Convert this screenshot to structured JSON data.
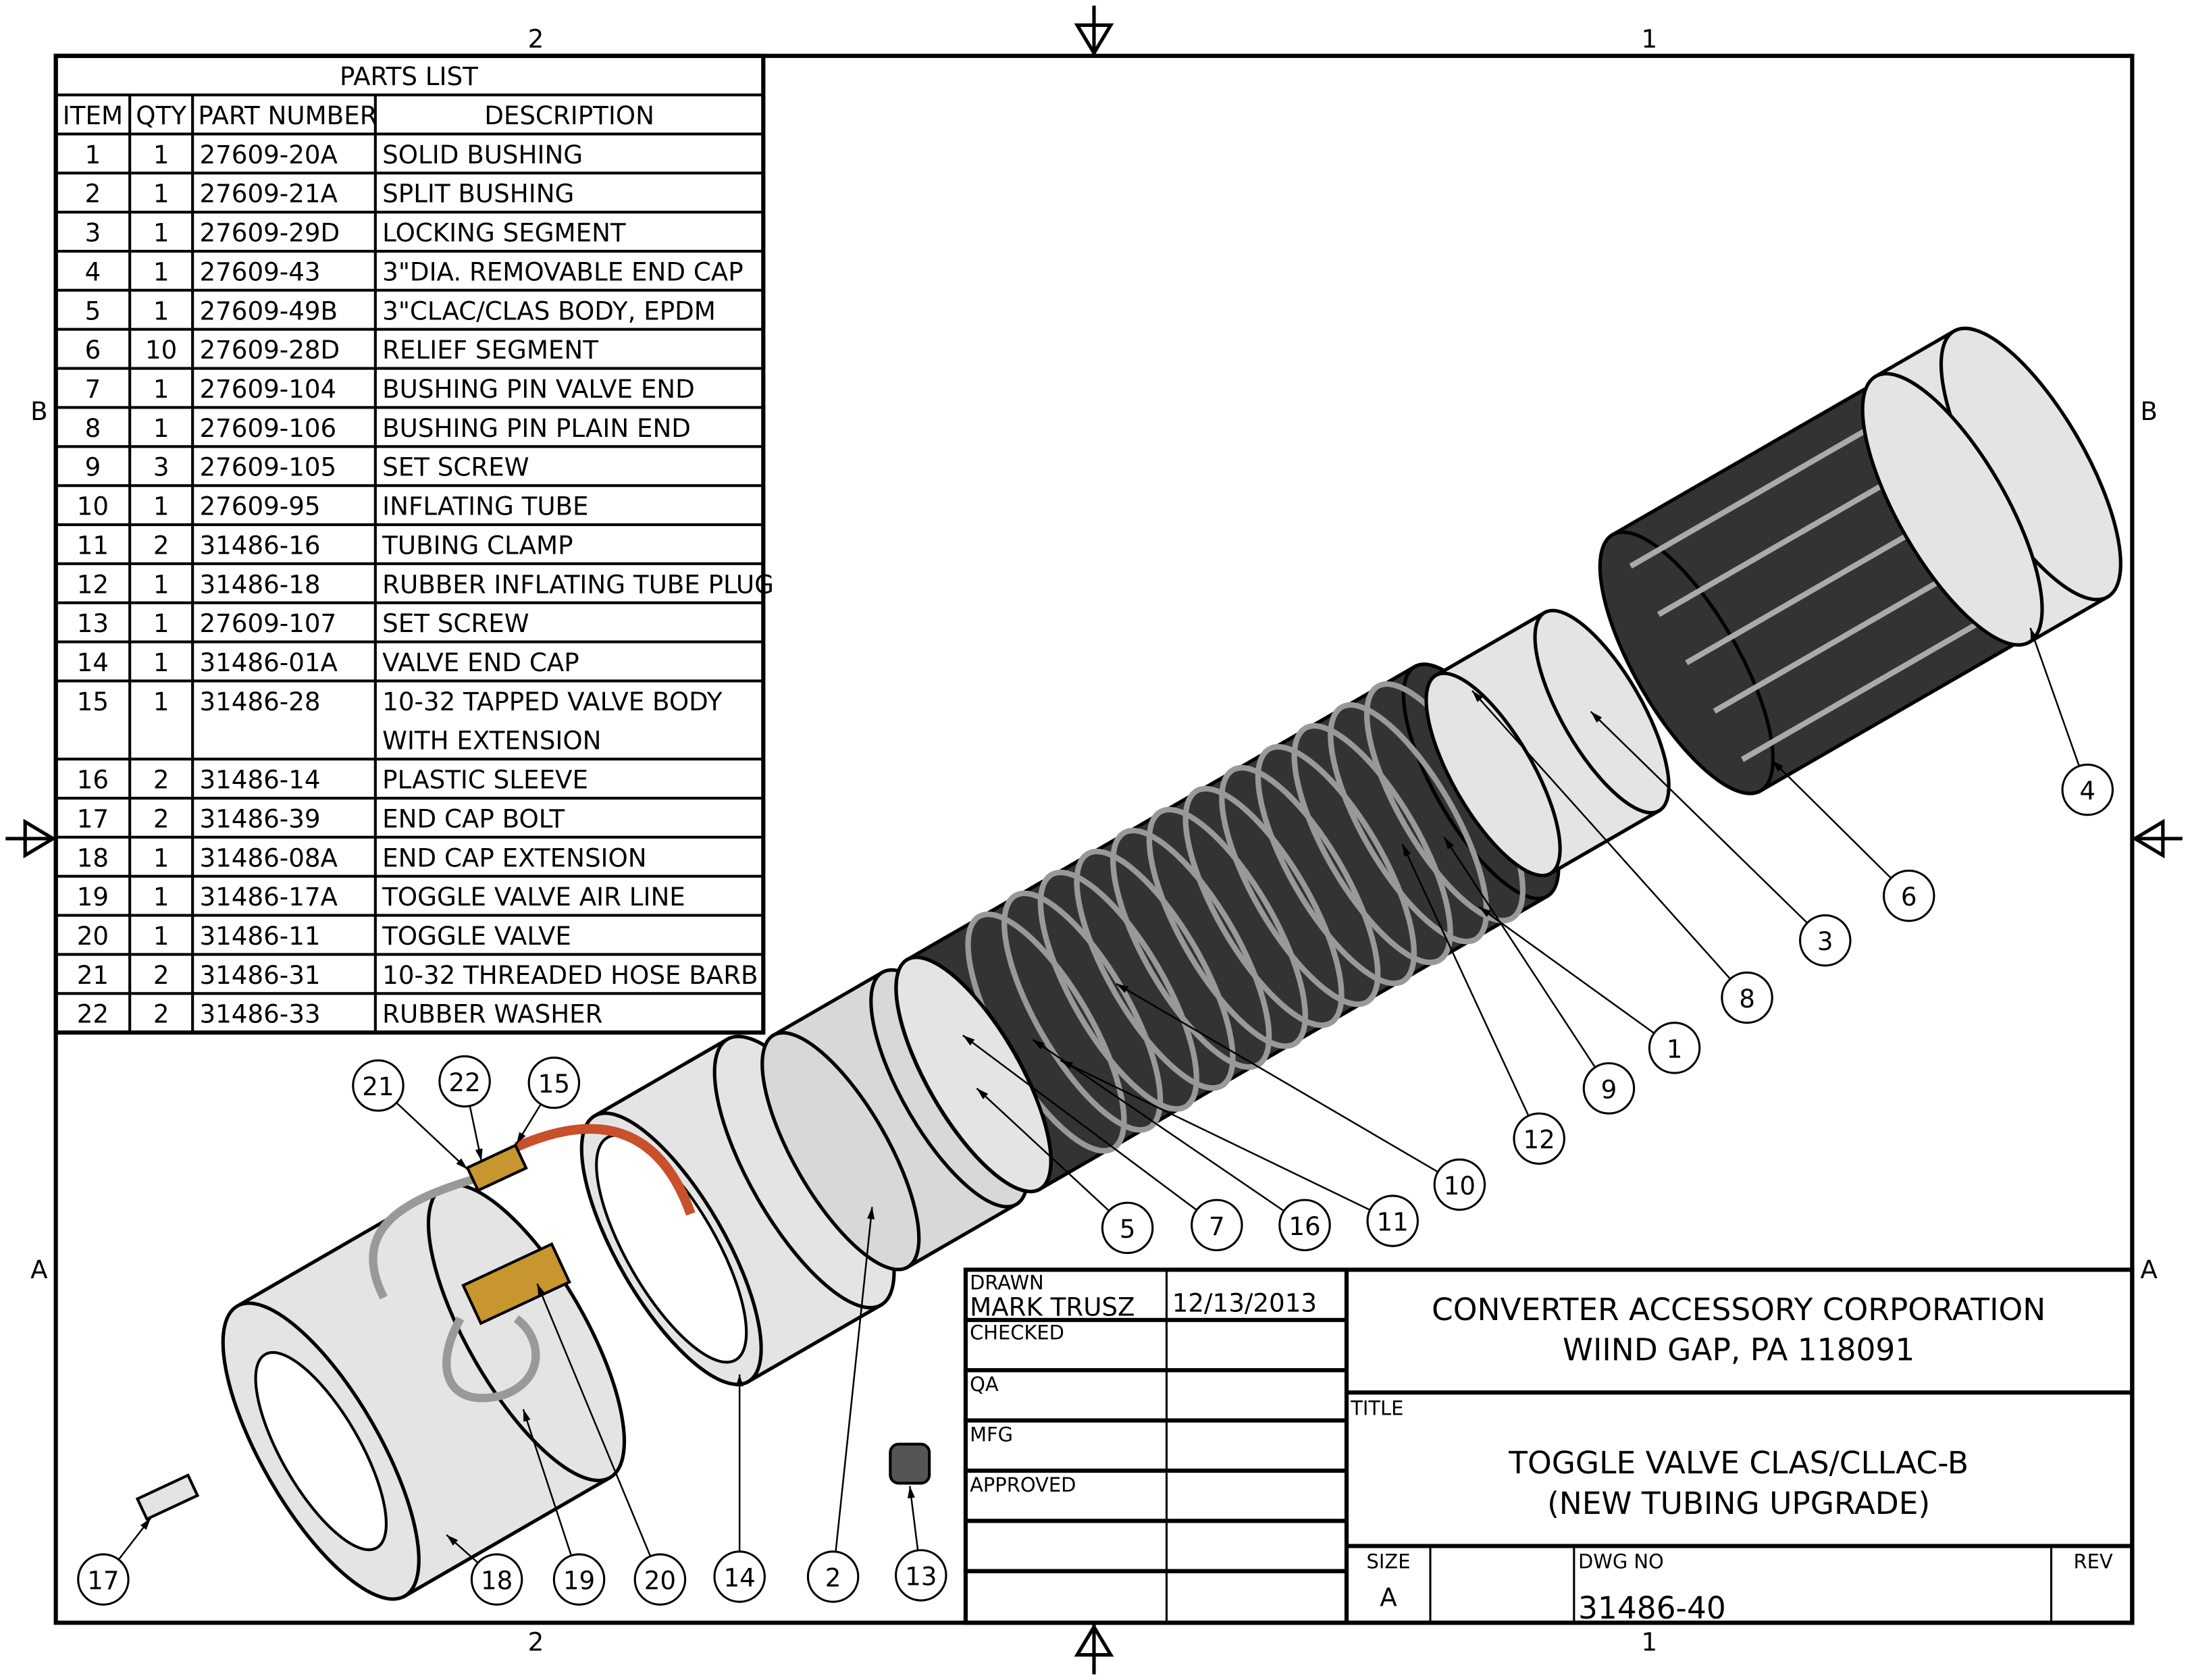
{
  "parts_list": {
    "title": "PARTS LIST",
    "headers": [
      "ITEM",
      "QTY",
      "PART NUMBER",
      "DESCRIPTION"
    ],
    "rows": [
      [
        "1",
        "1",
        "27609-20A",
        "SOLID BUSHING"
      ],
      [
        "2",
        "1",
        "27609-21A",
        "SPLIT BUSHING"
      ],
      [
        "3",
        "1",
        "27609-29D",
        "LOCKING SEGMENT"
      ],
      [
        "4",
        "1",
        "27609-43",
        "3\"DIA. REMOVABLE END CAP"
      ],
      [
        "5",
        "1",
        "27609-49B",
        "3\"CLAC/CLAS BODY, EPDM"
      ],
      [
        "6",
        "10",
        "27609-28D",
        "RELIEF SEGMENT"
      ],
      [
        "7",
        "1",
        "27609-104",
        "BUSHING PIN VALVE END"
      ],
      [
        "8",
        "1",
        "27609-106",
        "BUSHING PIN PLAIN END"
      ],
      [
        "9",
        "3",
        "27609-105",
        "SET SCREW"
      ],
      [
        "10",
        "1",
        "27609-95",
        "INFLATING TUBE"
      ],
      [
        "11",
        "2",
        "31486-16",
        "TUBING CLAMP"
      ],
      [
        "12",
        "1",
        "31486-18",
        "RUBBER INFLATING TUBE PLUG"
      ],
      [
        "13",
        "1",
        "27609-107",
        "SET SCREW"
      ],
      [
        "14",
        "1",
        "31486-01A",
        "VALVE END CAP"
      ],
      [
        "15",
        "1",
        "31486-28",
        "10-32 TAPPED VALVE BODY",
        "WITH EXTENSION"
      ],
      [
        "16",
        "2",
        "31486-14",
        "PLASTIC SLEEVE"
      ],
      [
        "17",
        "2",
        "31486-39",
        "END CAP BOLT"
      ],
      [
        "18",
        "1",
        "31486-08A",
        "END CAP EXTENSION"
      ],
      [
        "19",
        "1",
        "31486-17A",
        "TOGGLE VALVE AIR LINE"
      ],
      [
        "20",
        "1",
        "31486-11",
        "TOGGLE VALVE"
      ],
      [
        "21",
        "2",
        "31486-31",
        "10-32 THREADED HOSE BARB"
      ],
      [
        "22",
        "2",
        "31486-33",
        "RUBBER WASHER"
      ]
    ]
  },
  "title_block": {
    "drawn_label": "DRAWN",
    "drawn_by": "MARK TRUSZ",
    "drawn_date": "12/13/2013",
    "checked_label": "CHECKED",
    "qa_label": "QA",
    "mfg_label": "MFG",
    "approved_label": "APPROVED",
    "company": "CONVERTER ACCESSORY CORPORATION",
    "address": "WIIND GAP, PA 118091",
    "title_label": "TITLE",
    "title_line1": "TOGGLE VALVE CLAS/CLLAC-B",
    "title_line2": "(NEW TUBING UPGRADE)",
    "size_label": "SIZE",
    "size": "A",
    "dwg_no_label": "DWG NO",
    "dwg_no": "31486-40",
    "rev_label": "REV"
  },
  "zones": {
    "col_left": "2",
    "col_right": "1",
    "row_top": "B",
    "row_bottom": "A"
  },
  "balloons": [
    "21",
    "22",
    "15",
    "4",
    "6",
    "3",
    "8",
    "1",
    "9",
    "12",
    "10",
    "11",
    "16",
    "7",
    "5",
    "17",
    "18",
    "19",
    "20",
    "14",
    "2",
    "13"
  ],
  "colors": {
    "tube": "#c8502a",
    "brass": "#c8962e",
    "metal": "#e4e4e4",
    "rubber": "#333333"
  }
}
